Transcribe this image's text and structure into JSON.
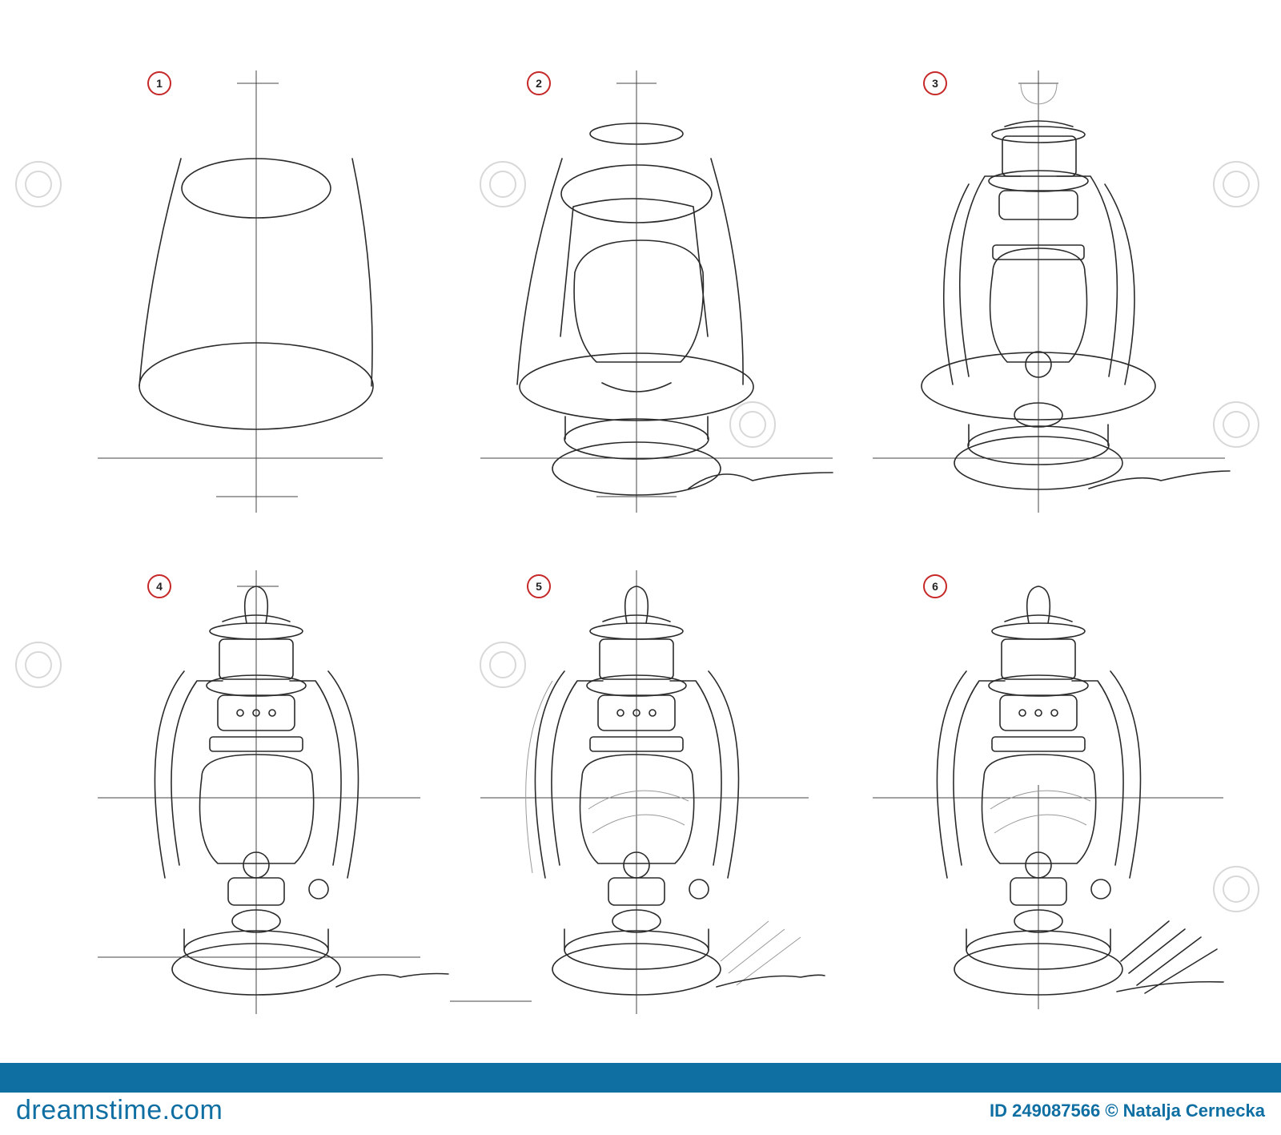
{
  "steps": [
    {
      "label": "1"
    },
    {
      "label": "2"
    },
    {
      "label": "3"
    },
    {
      "label": "4"
    },
    {
      "label": "5"
    },
    {
      "label": "6"
    }
  ],
  "colors": {
    "badge_ring": "#c62828",
    "brand": "#0f6fa3",
    "footer_bar": "#0f6fa3",
    "pencil": "#2a2a2a"
  },
  "footer": {
    "brand": "dreamstime.com",
    "credit": "ID 249087566 © Natalja Cernecka"
  }
}
